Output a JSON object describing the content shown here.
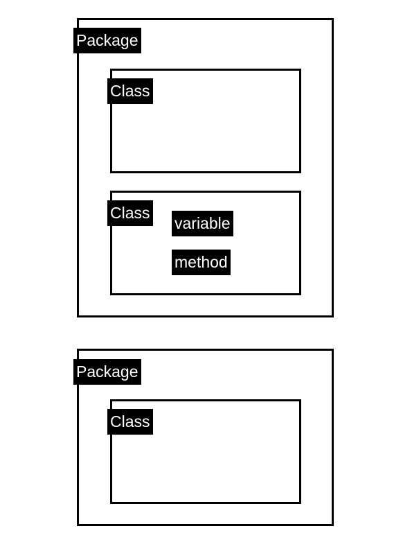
{
  "packages": [
    {
      "label": "Package",
      "classes": [
        {
          "label": "Class",
          "members": []
        },
        {
          "label": "Class",
          "members": [
            "variable",
            "method"
          ]
        }
      ]
    },
    {
      "label": "Package",
      "classes": [
        {
          "label": "Class",
          "members": []
        }
      ]
    }
  ]
}
